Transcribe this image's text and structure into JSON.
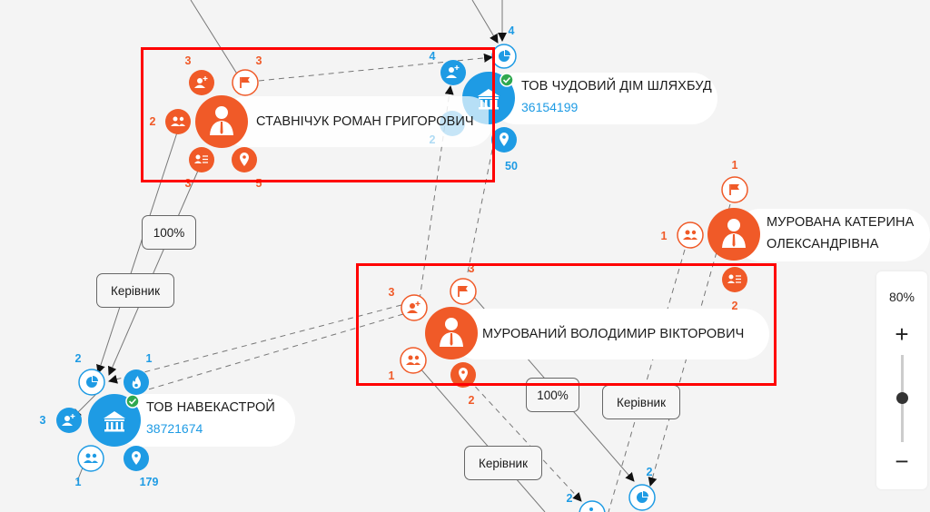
{
  "colors": {
    "person": "#f05a28",
    "company": "#1e9be4",
    "edge": "#777777",
    "highlight": "#ff0000",
    "background": "#f4f4f4",
    "verified": "#2fa84f"
  },
  "nodes": {
    "stavnichuk": {
      "name": "СТАВНІЧУК РОМАН ГРИГОРОВИЧ",
      "type": "person",
      "satellites": [
        {
          "icon": "user-plus-icon",
          "count": "3"
        },
        {
          "icon": "flag-icon",
          "count": "3"
        },
        {
          "icon": "users-icon",
          "count": "2"
        },
        {
          "icon": "id-card-icon",
          "count": "3"
        },
        {
          "icon": "location-pin-icon",
          "count": "5"
        }
      ]
    },
    "chudovyi": {
      "name": "ТОВ ЧУДОВИЙ ДІМ ШЛЯХБУД",
      "code": "36154199",
      "type": "company",
      "verified": true,
      "satellites": [
        {
          "icon": "pie-chart-icon",
          "count": "4"
        },
        {
          "icon": "user-plus-icon",
          "count": "4"
        },
        {
          "icon": "users-icon",
          "count": "2"
        },
        {
          "icon": "location-pin-icon",
          "count": "50"
        }
      ]
    },
    "murovana": {
      "name_line1": "МУРОВАНА КАТЕРИНА",
      "name_line2": "ОЛЕКСАНДРІВНА",
      "type": "person",
      "satellites": [
        {
          "icon": "flag-icon",
          "count": "1"
        },
        {
          "icon": "users-icon",
          "count": "1"
        },
        {
          "icon": "id-card-icon",
          "count": "2"
        }
      ]
    },
    "murovanyi": {
      "name": "МУРОВАНИЙ ВОЛОДИМИР ВІКТОРОВИЧ",
      "type": "person",
      "satellites": [
        {
          "icon": "flag-icon",
          "count": "3"
        },
        {
          "icon": "user-plus-icon",
          "count": "3"
        },
        {
          "icon": "users-icon",
          "count": "1"
        },
        {
          "icon": "location-pin-icon",
          "count": "2"
        }
      ]
    },
    "navekastroi": {
      "name": "ТОВ НАВЕКАСТРОЙ",
      "code": "38721674",
      "type": "company",
      "verified": true,
      "satellites": [
        {
          "icon": "pie-chart-icon",
          "count": "2"
        },
        {
          "icon": "fire-icon",
          "count": "1"
        },
        {
          "icon": "user-plus-icon",
          "count": "3"
        },
        {
          "icon": "users-icon",
          "count": "1"
        },
        {
          "icon": "location-pin-icon",
          "count": "179"
        }
      ]
    },
    "bottom_pie": {
      "icon": "pie-chart-icon",
      "count": "2"
    },
    "bottom_user": {
      "icon": "user-plus-icon",
      "count": "2"
    }
  },
  "edge_labels": [
    {
      "id": "share-1",
      "text": "100%"
    },
    {
      "id": "role-1",
      "text": "Керівник"
    },
    {
      "id": "share-2",
      "text": "100%"
    },
    {
      "id": "role-2",
      "text": "Керівник"
    },
    {
      "id": "role-3",
      "text": "Керівник"
    }
  ],
  "zoom": {
    "level": "80%",
    "plus": "+",
    "minus": "−",
    "value_percent": 80
  }
}
